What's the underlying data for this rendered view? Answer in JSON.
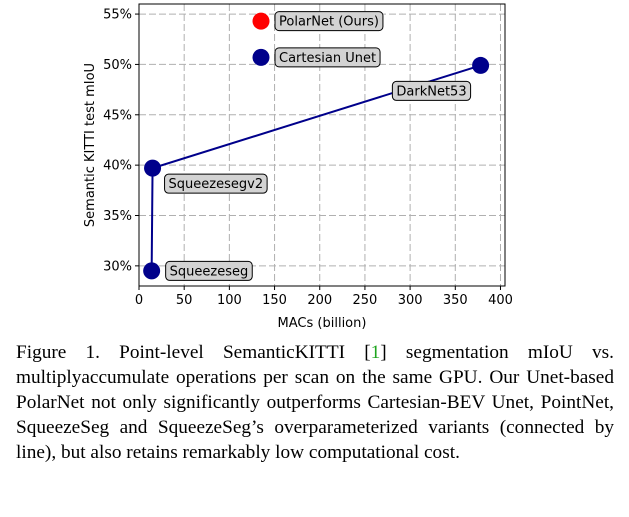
{
  "chart_data": {
    "type": "scatter",
    "xlabel": "MACs (billion)",
    "ylabel": "Semantic KITTI test mIoU",
    "xlim": [
      0,
      405
    ],
    "ylim": [
      28,
      56
    ],
    "xticks": [
      0,
      50,
      100,
      150,
      200,
      250,
      300,
      350,
      400
    ],
    "yticks": [
      30,
      35,
      40,
      45,
      50,
      55
    ],
    "ytick_suffix": "%",
    "grid": true,
    "grid_style": "dashed",
    "connected_line": [
      "Squeezeseg",
      "Squeezesegv2",
      "DarkNet53"
    ],
    "points": [
      {
        "name": "PolarNet (Ours)",
        "x": 135,
        "y": 54.3,
        "color": "#ff0000",
        "label_side": "right"
      },
      {
        "name": "Cartesian Unet",
        "x": 135,
        "y": 50.7,
        "color": "#00008b",
        "label_side": "right"
      },
      {
        "name": "DarkNet53",
        "x": 378,
        "y": 49.9,
        "color": "#00008b",
        "label_side": "below-left"
      },
      {
        "name": "Squeezesegv2",
        "x": 15,
        "y": 39.7,
        "color": "#00008b",
        "label_side": "below-right"
      },
      {
        "name": "Squeezeseg",
        "x": 14,
        "y": 29.5,
        "color": "#00008b",
        "label_side": "right"
      }
    ]
  },
  "caption": {
    "prefix": "Figure 1. Point-level SemanticKITTI [",
    "ref": "1",
    "suffix": "] segmentation mIoU vs. multiplyaccumulate operations per scan on the same GPU. Our Unet-based PolarNet not only significantly outperforms Cartesian-BEV Unet, PointNet, SqueezeSeg and SqueezeSeg’s overparameterized variants (connected by line), but also retains remarkably low computational cost."
  }
}
